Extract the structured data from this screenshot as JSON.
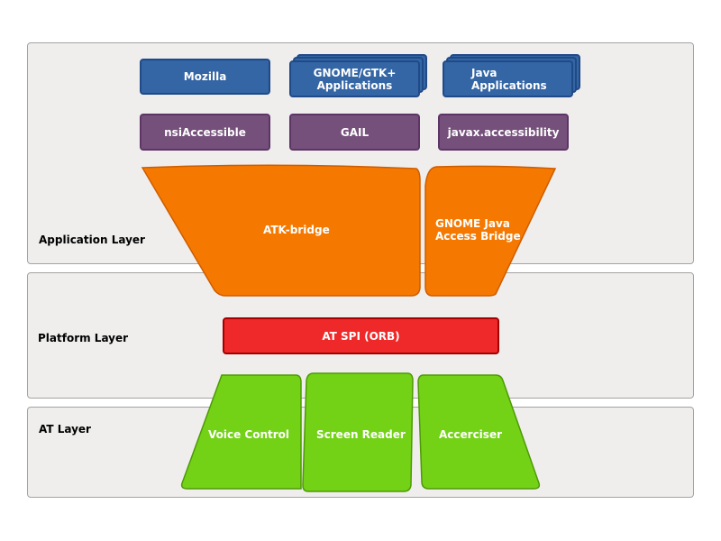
{
  "layers": {
    "application": {
      "label": "Application Layer"
    },
    "platform": {
      "label": "Platform Layer"
    },
    "at": {
      "label": "AT Layer"
    }
  },
  "applications": {
    "mozilla": "Mozilla",
    "gnome_gtk": "GNOME/GTK+\nApplications",
    "java": "Java\nApplications"
  },
  "accessibility_apis": {
    "nsi": "nsiAccessible",
    "gail": "GAIL",
    "javax": "javax.accessibility"
  },
  "bridges": {
    "atk": "ATK-bridge",
    "java_bridge": "GNOME Java\nAccess Bridge"
  },
  "platform": {
    "at_spi": "AT SPI (ORB)"
  },
  "assistive_tech": {
    "voice_control": "Voice Control",
    "screen_reader": "Screen Reader",
    "accerciser": "Accerciser"
  },
  "colors": {
    "application_blue": "#3465a4",
    "api_purple": "#75507b",
    "bridge_orange": "#f57900",
    "platform_red": "#ef2929",
    "at_green": "#73d216",
    "layer_background": "#efeeed"
  }
}
